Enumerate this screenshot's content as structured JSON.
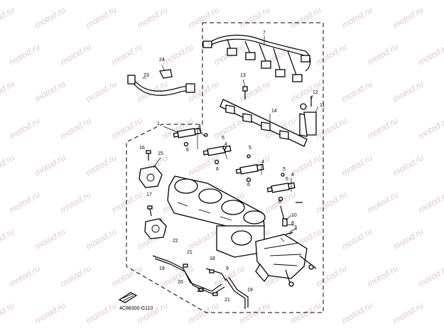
{
  "diagram": {
    "figure_code": "4C88300-G110",
    "watermark_text": "motod.ru",
    "callouts": [
      "1",
      "2",
      "3",
      "4",
      "4",
      "4",
      "4",
      "5",
      "5",
      "5",
      "5",
      "6",
      "6",
      "6",
      "6",
      "7",
      "8",
      "9",
      "10",
      "11",
      "12",
      "13",
      "14",
      "15",
      "16",
      "17",
      "18",
      "19",
      "19",
      "20",
      "20",
      "21",
      "21",
      "22",
      "23",
      "24"
    ]
  }
}
